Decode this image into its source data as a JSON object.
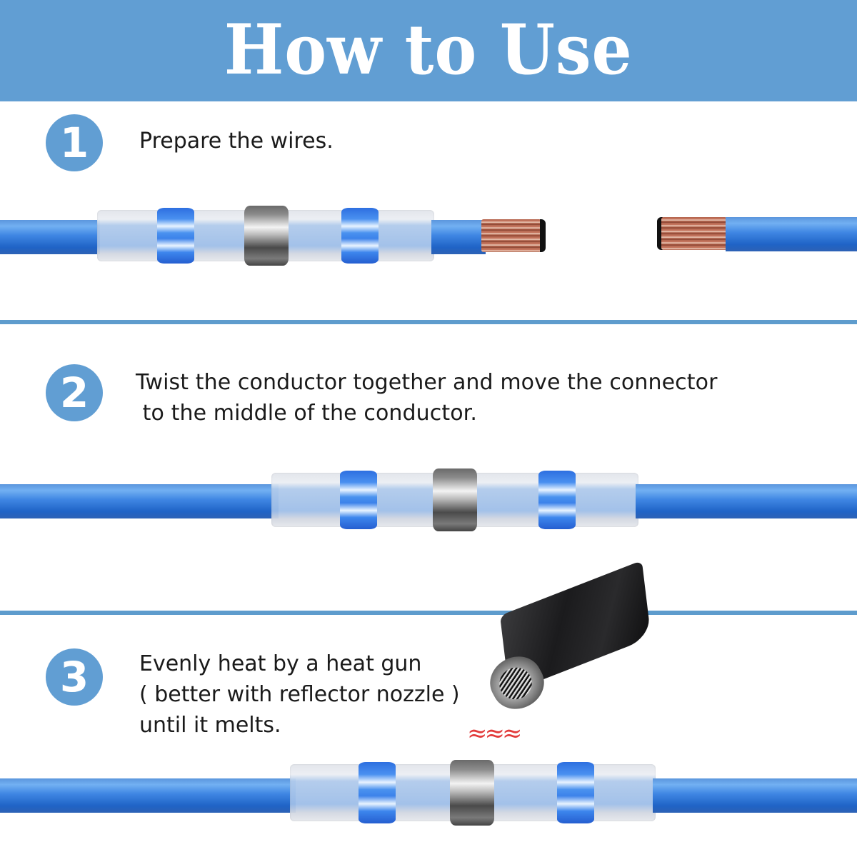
{
  "header": {
    "title": "How to Use",
    "background_color": "#619ed3"
  },
  "steps": [
    {
      "number": "1",
      "text": "Prepare the wires.",
      "illustration": "connector-sleeve-on-wire-with-two-stripped-copper-ends"
    },
    {
      "number": "2",
      "text": "Twist the conductor together and move the connector\n to the middle of the conductor.",
      "illustration": "connector-centered-over-joined-wires"
    },
    {
      "number": "3",
      "text": "Evenly heat by a heat gun\n( better with reflector nozzle )\nuntil it melts.",
      "illustration": "heat-gun-with-reflector-nozzle-over-connector",
      "heat_symbol": "≈≈≈"
    }
  ],
  "colors": {
    "accent_blue": "#619ed3",
    "wire_blue": "#3f86e3",
    "seal_blue": "#3c82ea",
    "solder_gray": "#8d8d8d",
    "copper": "#b4654e",
    "heat_red": "#e23a3a",
    "text": "#1a1a1a"
  },
  "icons": {
    "step_badge": "numbered-circle",
    "heat": "heat-waves-icon",
    "tool": "heat-gun-icon"
  }
}
